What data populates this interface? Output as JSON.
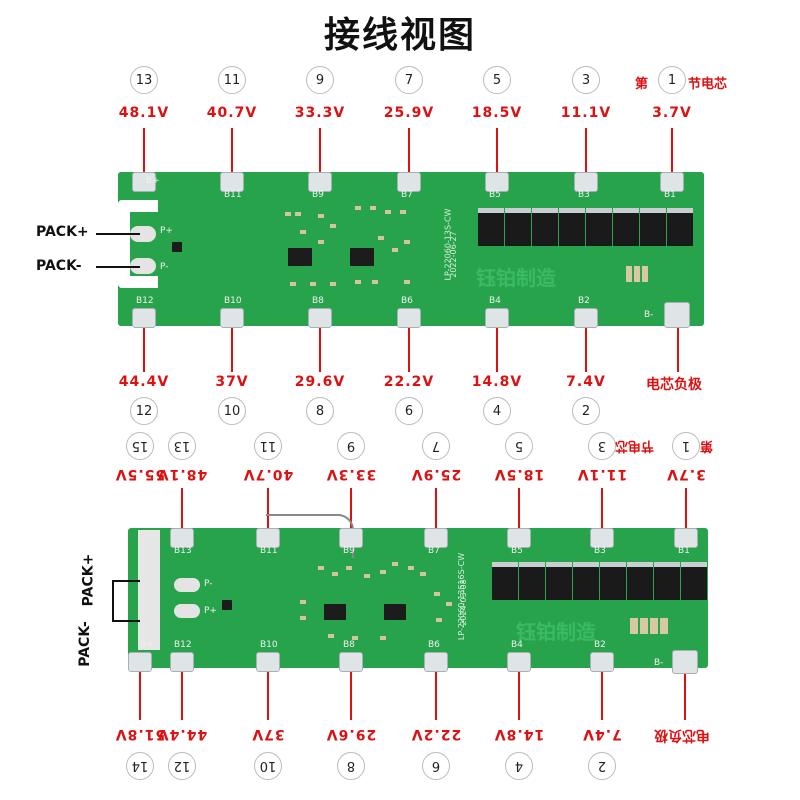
{
  "title": "接线视图",
  "top": {
    "cells": [
      {
        "n": "13",
        "v": "48.1V",
        "pad": "B+"
      },
      {
        "n": "11",
        "v": "40.7V",
        "pad": "B11"
      },
      {
        "n": "9",
        "v": "33.3V",
        "pad": "B9"
      },
      {
        "n": "7",
        "v": "25.9V",
        "pad": "B7"
      },
      {
        "n": "5",
        "v": "18.5V",
        "pad": "B5"
      },
      {
        "n": "3",
        "v": "11.1V",
        "pad": "B3"
      },
      {
        "n": "1",
        "v": "3.7V",
        "pad": "B1"
      }
    ],
    "first_cell_prefix": "第",
    "first_cell_suffix": "节电芯",
    "bottom_cells": [
      {
        "n": "12",
        "v": "44.4V",
        "pad": "B12"
      },
      {
        "n": "10",
        "v": "37V",
        "pad": "B10"
      },
      {
        "n": "8",
        "v": "29.6V",
        "pad": "B8"
      },
      {
        "n": "6",
        "v": "22.2V",
        "pad": "B6"
      },
      {
        "n": "4",
        "v": "14.8V",
        "pad": "B4"
      },
      {
        "n": "2",
        "v": "7.4V",
        "pad": "B2"
      }
    ],
    "neg_label": "电芯负极",
    "neg_pad": "B-",
    "pack_plus": "PACK+",
    "pack_minus": "PACK-",
    "p_plus": "P+",
    "p_minus": "P-",
    "silk": "LP-22060-13S-CW",
    "silk_date": "2022-06-27",
    "watermark": "钰铂制造"
  },
  "bottom": {
    "cells": [
      {
        "n": "15",
        "v": "55.5V",
        "pad": ""
      },
      {
        "n": "13",
        "v": "48.1V",
        "pad": "B13"
      },
      {
        "n": "11",
        "v": "40.7V",
        "pad": "B11"
      },
      {
        "n": "9",
        "v": "33.3V",
        "pad": "B9"
      },
      {
        "n": "7",
        "v": "25.9V",
        "pad": "B7"
      },
      {
        "n": "5",
        "v": "18.5V",
        "pad": "B5"
      },
      {
        "n": "3",
        "v": "11.1V",
        "pad": "B3"
      },
      {
        "n": "1",
        "v": "3.7V",
        "pad": "B1"
      }
    ],
    "first_cell_prefix": "第",
    "first_cell_suffix": "节电芯",
    "bottom_cells": [
      {
        "n": "14",
        "v": "51.8V",
        "pad": "B+"
      },
      {
        "n": "12",
        "v": "44.4V",
        "pad": "B12"
      },
      {
        "n": "10",
        "v": "37V",
        "pad": "B10"
      },
      {
        "n": "8",
        "v": "29.6V",
        "pad": "B8"
      },
      {
        "n": "6",
        "v": "22.2V",
        "pad": "B6"
      },
      {
        "n": "4",
        "v": "14.8V",
        "pad": "B4"
      },
      {
        "n": "2",
        "v": "7.4V",
        "pad": "B2"
      }
    ],
    "neg_label": "电芯负极",
    "neg_pad": "B-",
    "pack_plus": "PACK+",
    "pack_minus": "PACK-",
    "p_plus": "P+",
    "p_minus": "P-",
    "silk": "LP-22060-13S16S-CW",
    "silk_date": "2024-03-08",
    "watermark": "钰铂制造"
  }
}
